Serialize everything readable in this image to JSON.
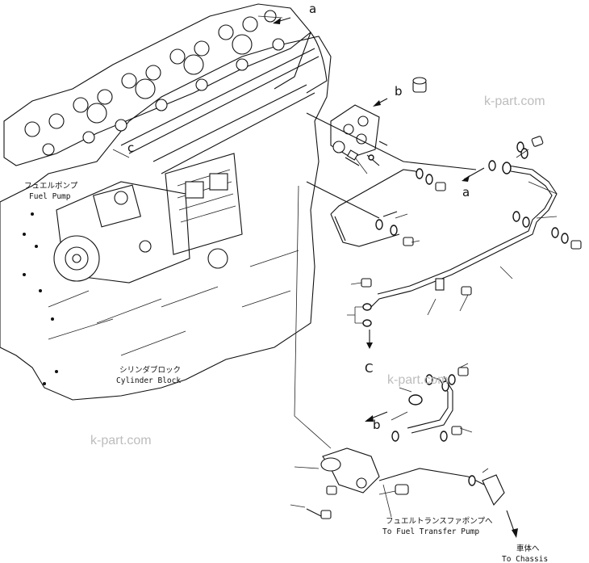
{
  "labels": {
    "a_top": "a",
    "a_mid": "a",
    "b_top": "b",
    "b_bot": "b",
    "c_left": "c",
    "c_bot": "C"
  },
  "fuel_pump": {
    "jp": "フュエルポンプ",
    "en": "Fuel Pump"
  },
  "cylinder_block": {
    "jp": "シリンダブロック",
    "en": "Cylinder Block"
  },
  "transfer_pump": {
    "jp": "フュエルトランスファポンプへ",
    "en": "To Fuel Transfer Pump"
  },
  "chassis": {
    "jp": "車体へ",
    "en": "To Chassis"
  },
  "watermarks": [
    "k-part.com",
    "k-part.com",
    "k-part.com"
  ]
}
